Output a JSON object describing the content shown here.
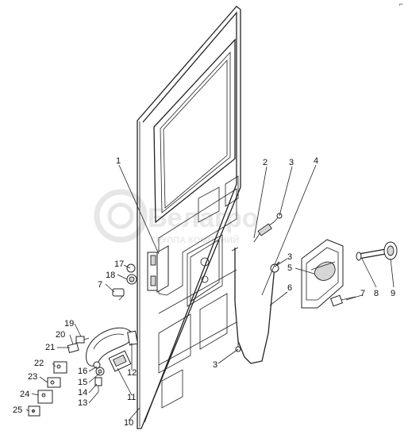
{
  "corner_mark": "⌐",
  "watermark": {
    "brand": "Белагро",
    "subtitle": "ГРУППА КОМПАНИЙ"
  },
  "callouts": [
    "1",
    "2",
    "3",
    "4",
    "3",
    "5",
    "6",
    "7",
    "8",
    "9",
    "17",
    "18",
    "7",
    "19",
    "20",
    "21",
    "22",
    "23",
    "24",
    "25",
    "16",
    "15",
    "14",
    "13",
    "12",
    "11",
    "10",
    "3"
  ]
}
